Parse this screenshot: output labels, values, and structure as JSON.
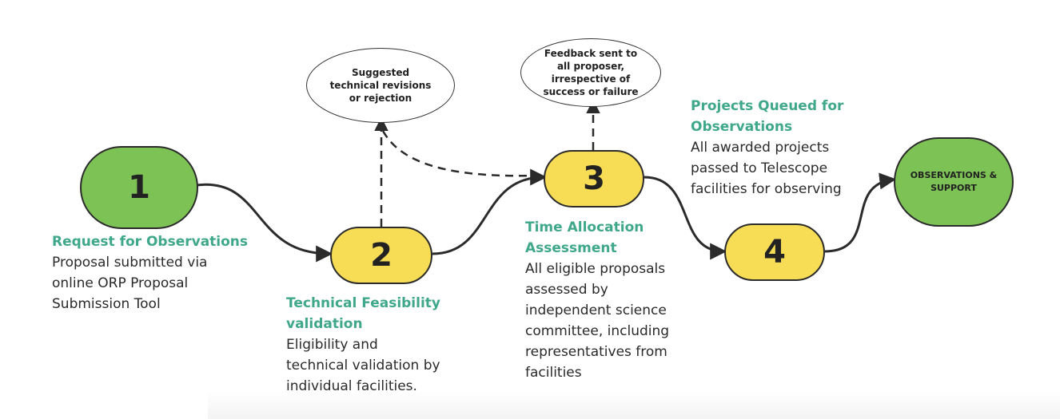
{
  "steps": [
    {
      "number": "1",
      "title": "Request for Observations",
      "body": "Proposal submitted via\nonline ORP Proposal\nSubmission Tool"
    },
    {
      "number": "2",
      "title": "Technical Feasibility\nvalidation",
      "body": "Eligibility and\ntechnical validation by\nindividual facilities."
    },
    {
      "number": "3",
      "title": "Time Allocation\nAssessment",
      "body": "All eligible proposals\nassessed by\nindependent science\ncommittee, including\nrepresentatives from\nfacilities"
    },
    {
      "number": "4",
      "title": "Projects Queued for\nObservations",
      "body": "All awarded projects\npassed to Telescope\nfacilities for observing"
    }
  ],
  "end_node": {
    "label": "OBSERVATIONS &\nSUPPORT"
  },
  "feedback_ovals": [
    {
      "text": "Suggested\ntechnical revisions\nor rejection"
    },
    {
      "text": "Feedback sent to\nall proposer,\nirrespective of\nsuccess or failure"
    }
  ],
  "colors": {
    "green_node": "#7dc254",
    "yellow_node": "#f7dc55",
    "title_text": "#3fa78a",
    "arrow": "#2b2b2b"
  }
}
